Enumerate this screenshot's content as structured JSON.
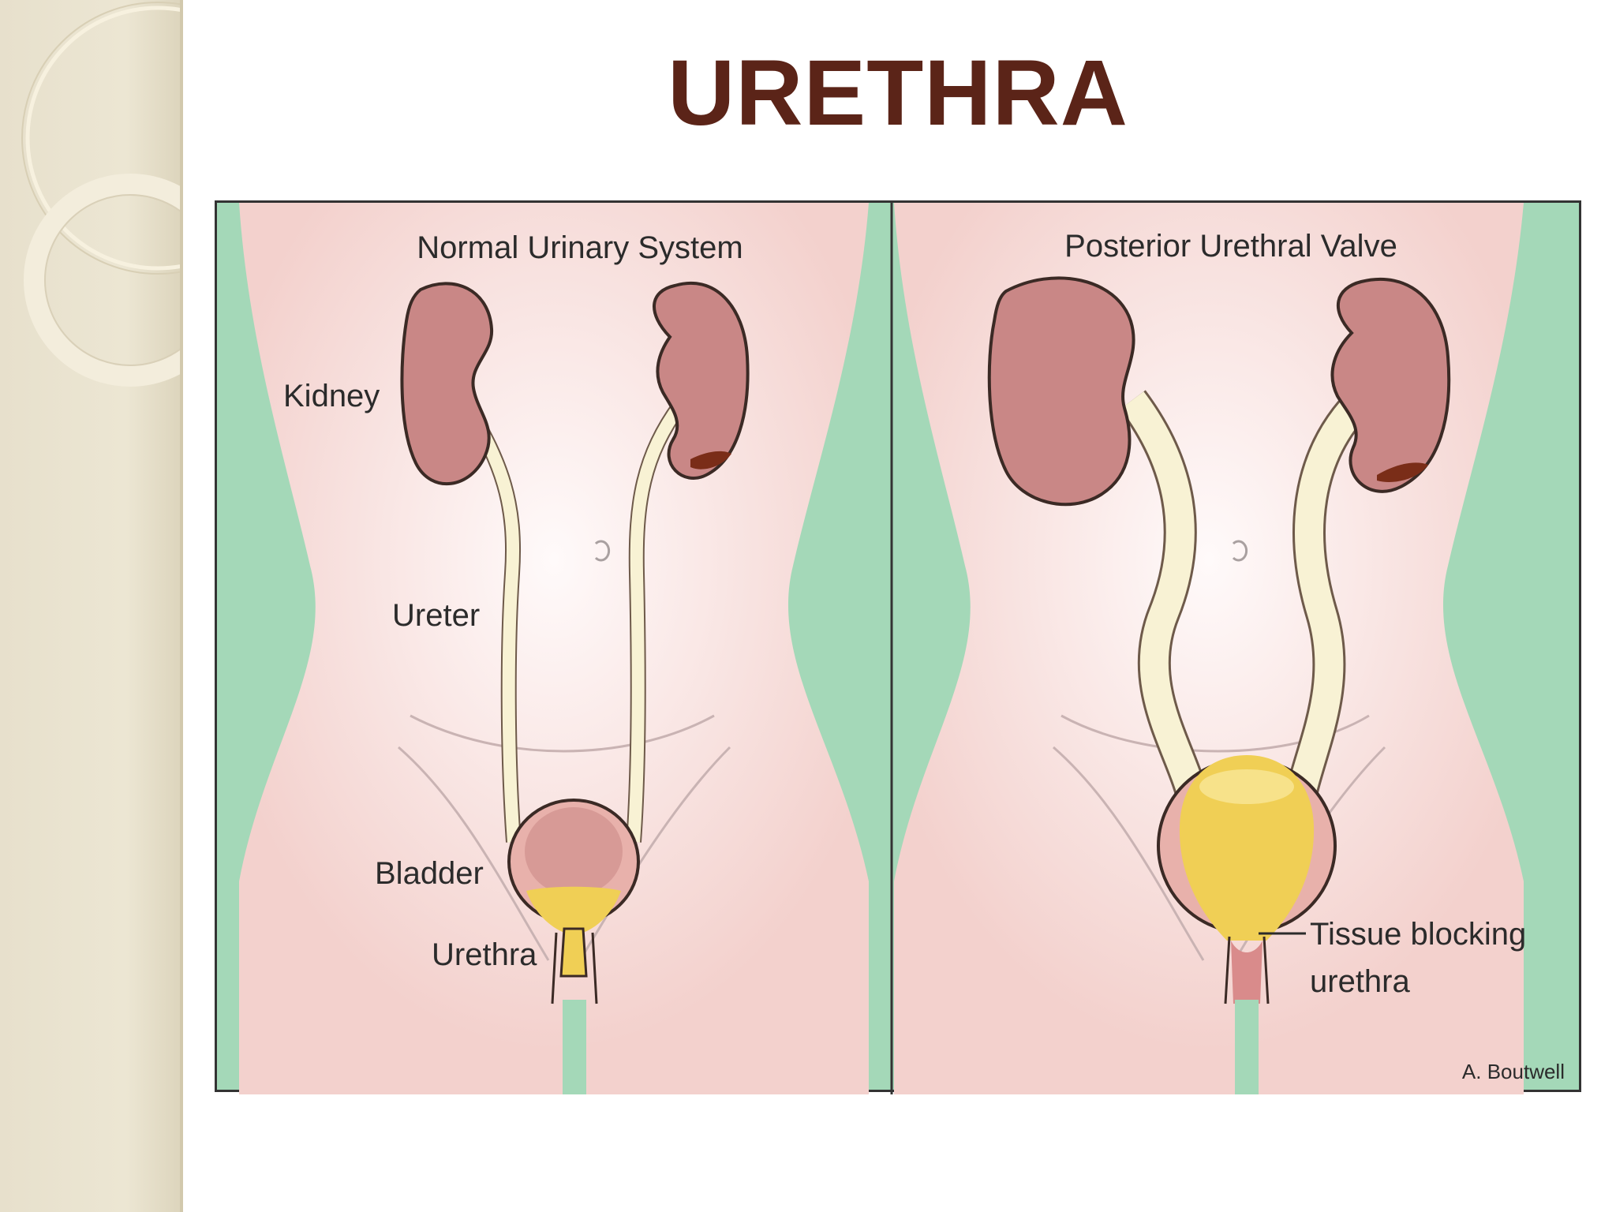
{
  "slide": {
    "title": "URETHRA"
  },
  "diagram": {
    "left_panel": {
      "title": "Normal Urinary System",
      "labels": {
        "kidney": "Kidney",
        "ureter": "Ureter",
        "bladder": "Bladder",
        "urethra": "Urethra"
      }
    },
    "right_panel": {
      "title": "Posterior Urethral Valve",
      "labels": {
        "tissue_line1": "Tissue blocking",
        "tissue_line2": "urethra"
      }
    },
    "credit": "A. Boutwell"
  },
  "colors": {
    "title": "#5b2418",
    "background_green": "#a4d8b8",
    "body_pink": "#f4d3cf",
    "kidney": "#c98786",
    "ureter": "#f8f2d4",
    "urine": "#f0cf55"
  }
}
